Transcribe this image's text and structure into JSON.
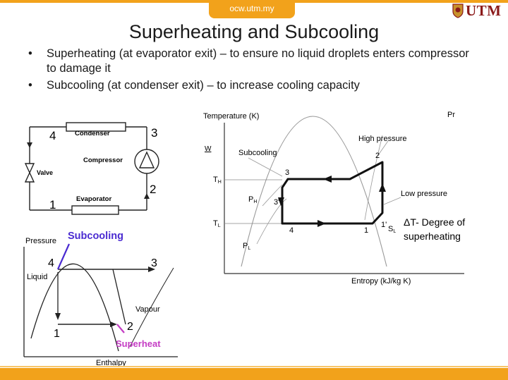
{
  "header": {
    "site": "ocw.utm.my",
    "logo_text": "UTM",
    "colors": {
      "accent": "#f2a21b",
      "logo": "#8b1a1a",
      "subcooling": "#4a2bd1",
      "superheat": "#c43cc4"
    }
  },
  "slide": {
    "title": "Superheating and Subcooling",
    "bullets": [
      "Superheating (at evaporator exit) – to ensure no liquid droplets enters compressor to damage it",
      "Subcooling (at condenser exit) – to increase cooling capacity"
    ]
  },
  "cycle_diagram": {
    "condenser": "Condenser",
    "compressor": "Compressor",
    "valve": "Valve",
    "evaporator": "Evaporator",
    "n1": "1",
    "n2": "2",
    "n3": "3",
    "n4": "4"
  },
  "ph_diagram": {
    "ylabel": "Pressure",
    "xlabel": "Enthalpy",
    "liquid": "Liquid",
    "vapour": "Vapour",
    "subcooling": "Subcooling",
    "superheat": "Superheat",
    "n1": "1",
    "n2": "2",
    "n3": "3",
    "n4": "4"
  },
  "ts_diagram": {
    "ylabel": "Temperature (K)",
    "xlabel": "Entropy (kJ/kg K)",
    "w": "W",
    "th": "T",
    "th_sub": "H",
    "tl": "T",
    "tl_sub": "L",
    "ph": "P",
    "ph_sub": "H",
    "pl": "P",
    "pl_sub": "L",
    "sl": "S",
    "sl_sub": "L",
    "subcooling": "Subcooling",
    "high_pressure": "High pressure",
    "low_pressure": "Low pressure",
    "clip_right_1": "Pr",
    "n1": "1",
    "n1p": "1'",
    "n2": "2",
    "n3": "3",
    "n3p": "3'",
    "n4": "4",
    "delta_t_line1": "ΔT- Degree of",
    "delta_t_line2": "superheating"
  }
}
